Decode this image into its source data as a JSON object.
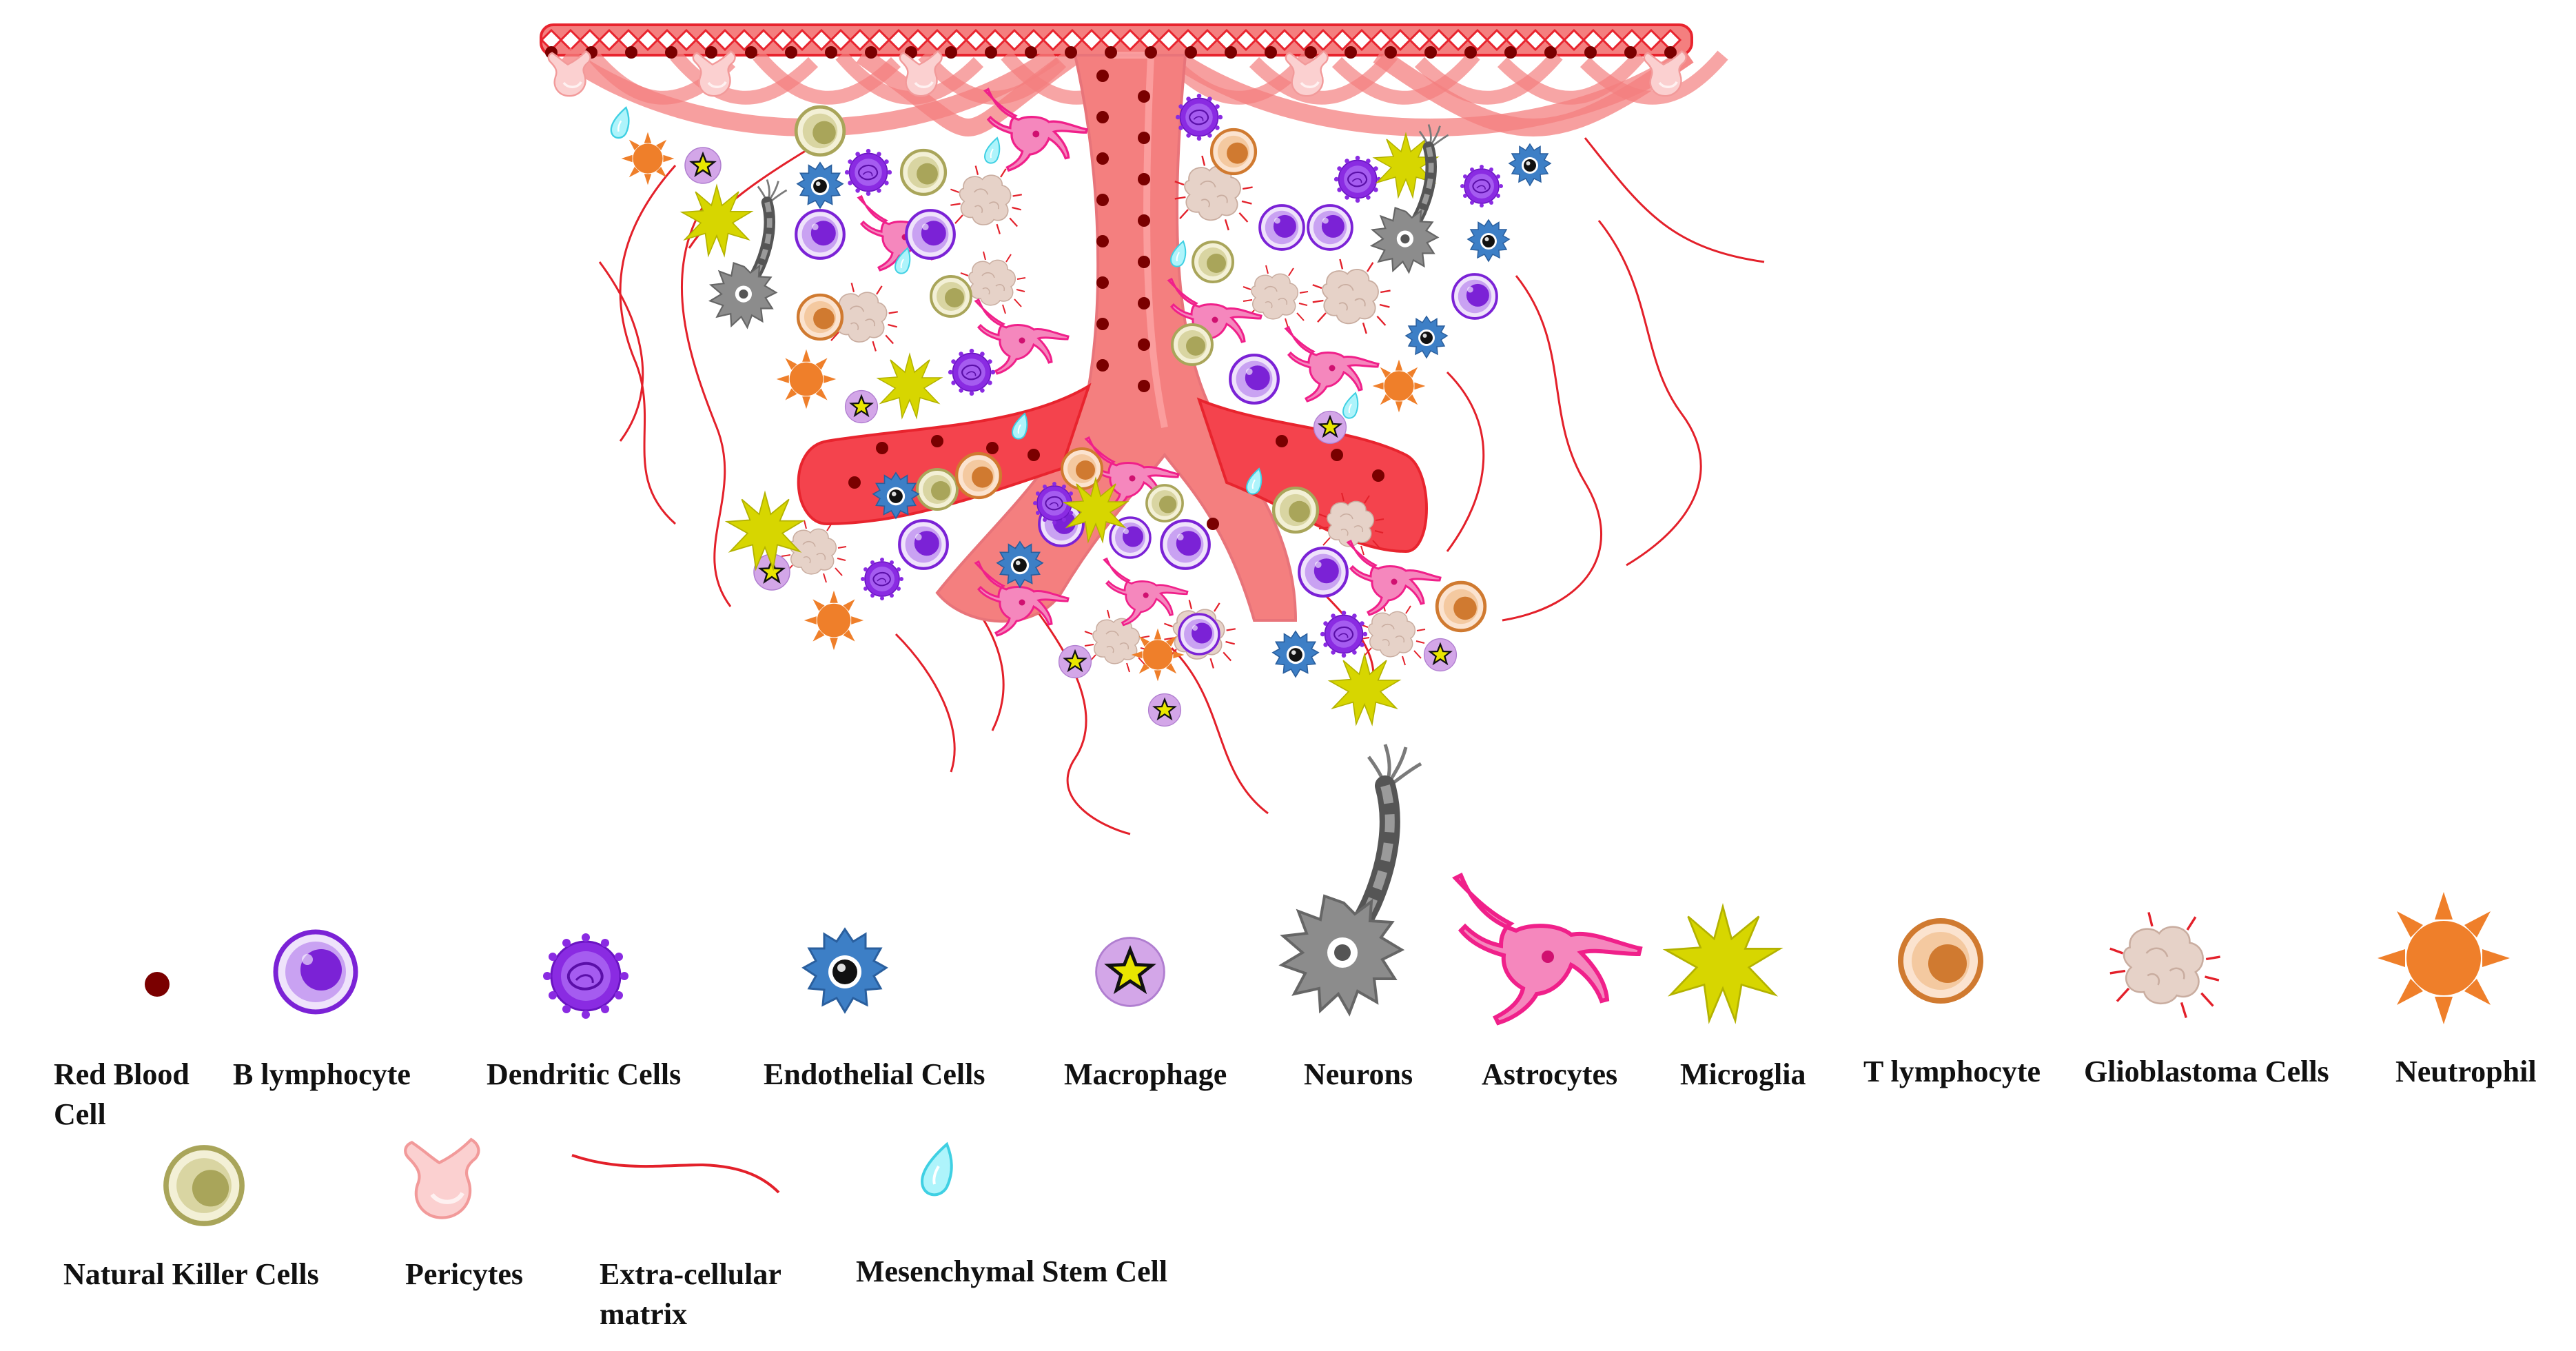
{
  "legend": {
    "row1": [
      {
        "key": "rbc",
        "label": "Red Blood\nCell"
      },
      {
        "key": "blymph",
        "label": "B lymphocyte"
      },
      {
        "key": "dendritic",
        "label": "Dendritic Cells"
      },
      {
        "key": "endothelial",
        "label": "Endothelial Cells"
      },
      {
        "key": "macrophage",
        "label": "Macrophage"
      },
      {
        "key": "neuron",
        "label": "Neurons"
      },
      {
        "key": "astrocyte",
        "label": "Astrocytes"
      },
      {
        "key": "microglia",
        "label": "Microglia"
      },
      {
        "key": "tlymph",
        "label": "T lymphocyte"
      },
      {
        "key": "glioblastoma",
        "label": "Glioblastoma Cells"
      },
      {
        "key": "neutrophil",
        "label": "Neutrophil"
      }
    ],
    "row2": [
      {
        "key": "nk",
        "label": "Natural  Killer Cells"
      },
      {
        "key": "pericyte",
        "label": "Pericytes"
      },
      {
        "key": "ecm",
        "label": "Extra-cellular\nmatrix"
      },
      {
        "key": "msc",
        "label": "Mesenchymal Stem Cell"
      }
    ]
  },
  "colors": {
    "vessel": "#f47f7f",
    "vessel_dark": "#e8242e",
    "rbc": "#7a0000",
    "b_lymphocyte": "#7b22d6",
    "dendritic": "#8a2be2",
    "endothelial": "#3d7fc6",
    "macrophage": "#d3a6e8",
    "neuron": "#8c8c8c",
    "astrocyte": "#f0208a",
    "microglia": "#d7d600",
    "t_lymphocyte": "#d07a30",
    "glioblastoma": "#e6d2c8",
    "neutrophil": "#ef7f2a",
    "nk_cell": "#a9a55a",
    "pericyte": "#f7a6a6",
    "ecm": "#e3202a",
    "msc": "#55e0f0"
  }
}
